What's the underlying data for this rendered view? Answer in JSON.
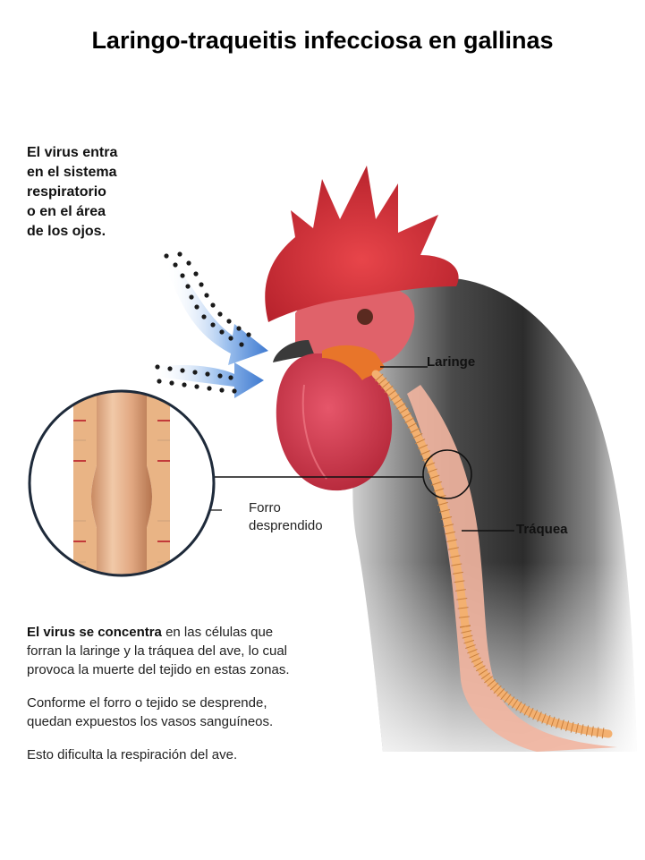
{
  "title": "Laringo-traqueitis infecciosa en gallinas",
  "intro": {
    "lines": [
      "El virus entra",
      "en el sistema",
      "respiratorio",
      "o en el área",
      "de los ojos."
    ]
  },
  "labels": {
    "laringe": "Laringe",
    "traquea": "Tráquea",
    "forro_line1": "Forro",
    "forro_line2": "desprendido"
  },
  "body": {
    "p1_bold": "El virus se concentra",
    "p1_rest_line1": " en las células que",
    "p1_line2": "forran la laringe y la tráquea del ave, lo cual",
    "p1_line3": "provoca la muerte del tejido en estas zonas.",
    "p2_line1": "Conforme el forro o tejido se desprende,",
    "p2_line2": "quedan expuestos los vasos sanguíneos.",
    "p3": "Esto dificulta la respiración del ave."
  },
  "colors": {
    "comb": "#d8323a",
    "wattle": "#d43848",
    "trachea": "#f3b070",
    "laryngx": "#e8752a",
    "arrow": "#4f8ad8",
    "neck_dark": "#3a3a3a"
  },
  "icons": [
    "virus-arrow-icon",
    "magnifier-circle-icon"
  ]
}
